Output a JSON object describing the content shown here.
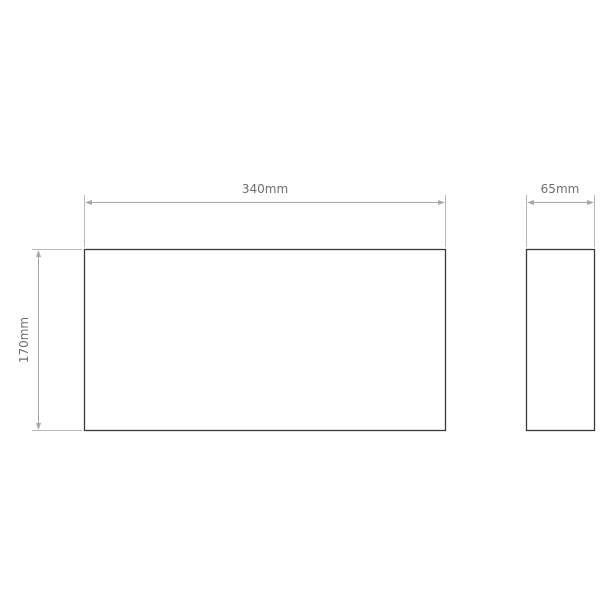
{
  "dimensions": {
    "width_label": "340mm",
    "depth_label": "65mm",
    "height_label": "170mm"
  },
  "colors": {
    "outline": "#3a3a3a",
    "dimension": "#a8a8a8",
    "text": "#6e6e6e",
    "background": "#ffffff"
  }
}
